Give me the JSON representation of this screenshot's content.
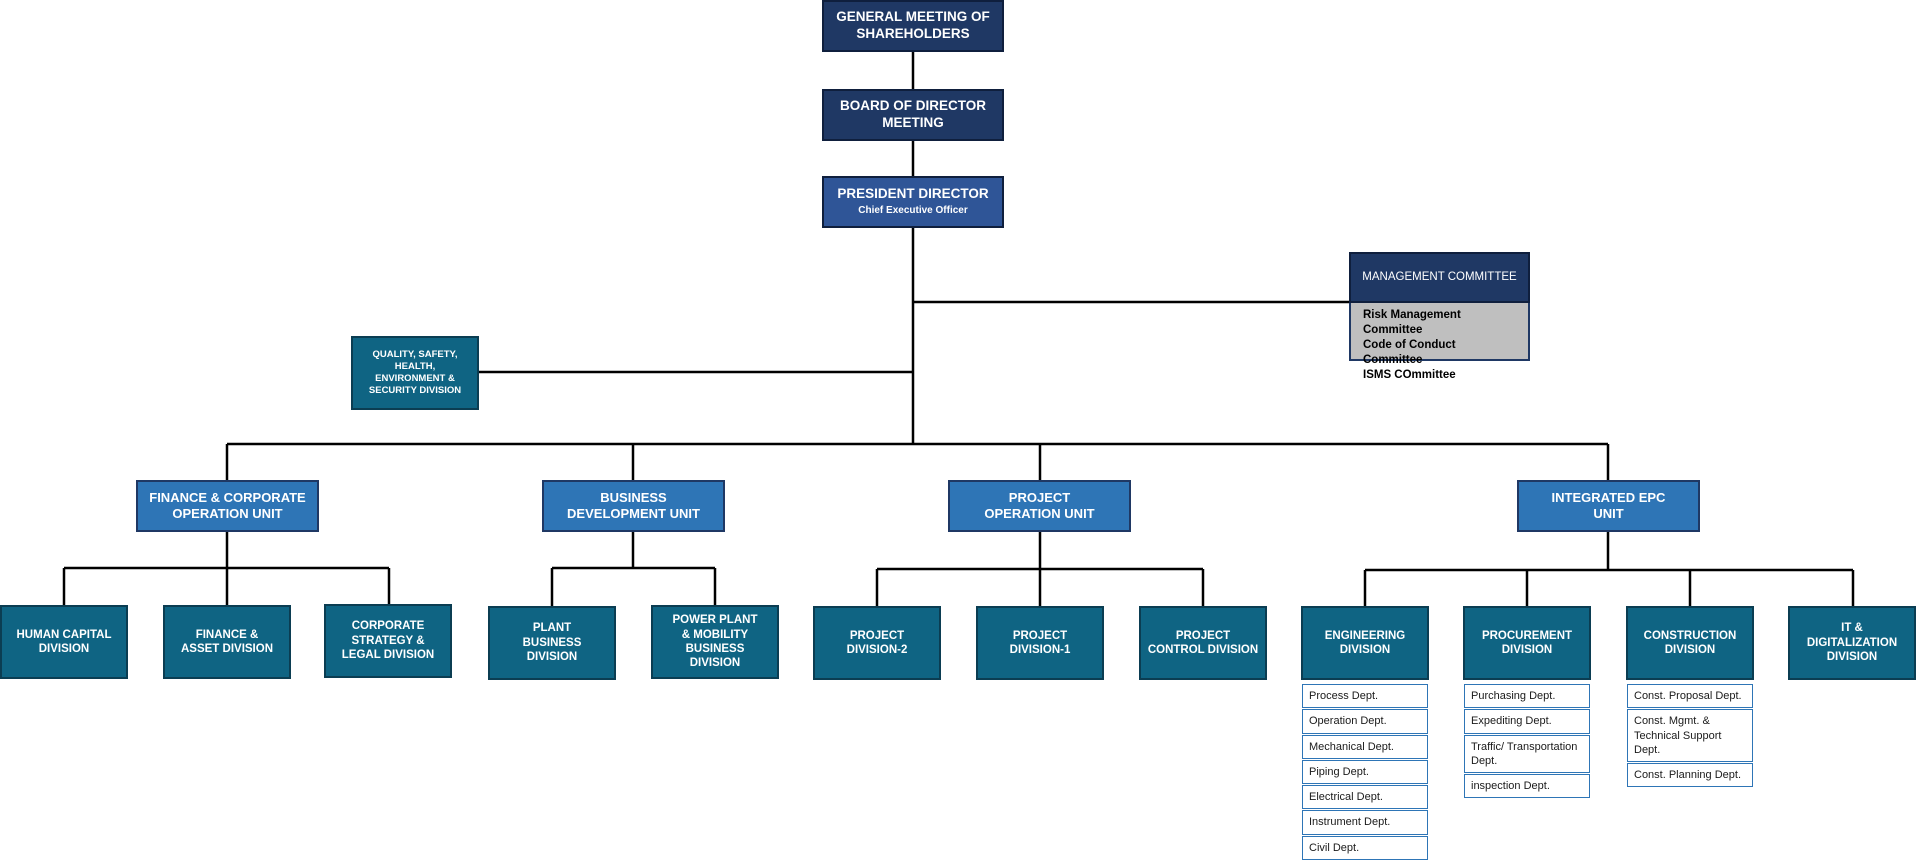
{
  "top": {
    "shareholders": "GENERAL MEETING OF SHAREHOLDERS",
    "board": "BOARD OF DIRECTOR MEETING",
    "president_title": "PRESIDENT DIRECTOR",
    "president_sub": "Chief Executive Officer"
  },
  "management": {
    "title": "MANAGEMENT COMMITTEE",
    "committees": [
      "Risk Management Committee",
      "Code of Conduct Committee",
      "ISMS COmmittee"
    ]
  },
  "qse": "QUALITY, SAFETY, HEALTH, ENVIRONMENT & SECURITY DIVISION",
  "units": [
    {
      "name": "FINANCE & CORPORATE OPERATION UNIT",
      "divisions": [
        "HUMAN CAPITAL DIVISION",
        "FINANCE & ASSET DIVISION",
        "CORPORATE STRATEGY & LEGAL DIVISION"
      ]
    },
    {
      "name": "BUSINESS DEVELOPMENT UNIT",
      "divisions": [
        "PLANT BUSINESS DIVISION",
        "POWER PLANT & MOBILITY BUSINESS DIVISION"
      ]
    },
    {
      "name": "PROJECT OPERATION UNIT",
      "divisions": [
        "PROJECT DIVISION-2",
        "PROJECT DIVISION-1",
        "PROJECT CONTROL DIVISION"
      ]
    },
    {
      "name": "INTEGRATED EPC UNIT",
      "divisions": [
        "ENGINEERING DIVISION",
        "PROCUREMENT DIVISION",
        "CONSTRUCTION DIVISION",
        "IT & DIGITALIZATION DIVISION"
      ]
    }
  ],
  "departments": {
    "engineering": [
      "Process Dept.",
      "Operation Dept.",
      "Mechanical Dept.",
      "Piping Dept.",
      "Electrical Dept.",
      "Instrument Dept.",
      "Civil Dept."
    ],
    "procurement": [
      "Purchasing Dept.",
      "Expediting Dept.",
      "Traffic/ Transportation Dept.",
      "inspection Dept."
    ],
    "construction": [
      "Const. Proposal Dept.",
      "Const. Mgmt. & Technical Support Dept.",
      "Const. Planning Dept."
    ]
  },
  "colors": {
    "navy": "#1f3864",
    "president": "#2f5597",
    "unit": "#2e75b6",
    "division": "#0f6483",
    "committee_list": "#bfbfbf"
  }
}
